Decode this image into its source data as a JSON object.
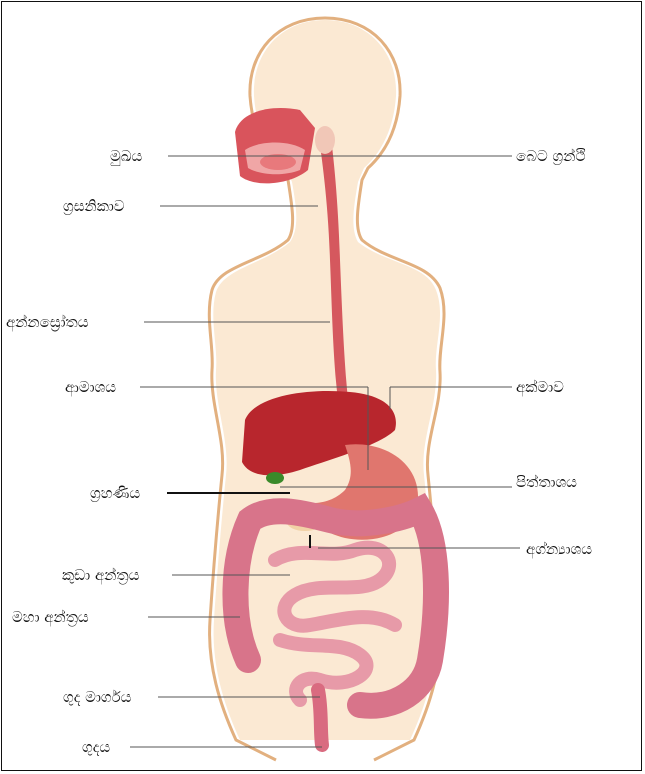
{
  "labels": {
    "mouth": "මුඛය",
    "pharynx": "ග්‍රසනිකාව",
    "esophagus": "අන්නස්‍රෝතය",
    "stomach": "ආමාශය",
    "duodenum": "ග්‍රහණිය",
    "small_intestine": "කුඩා අන්ත්‍රය",
    "large_intestine": "මහා අන්ත්‍රය",
    "rectum": "ගුද මාර්ගය",
    "anus": "ගුදය",
    "salivary_glands": "බෙට ග්‍රන්ථි",
    "liver": "අක්මාව",
    "gall_bladder": "පිත්තාශය",
    "pancreas": "අග්න්‍යාශය"
  }
}
